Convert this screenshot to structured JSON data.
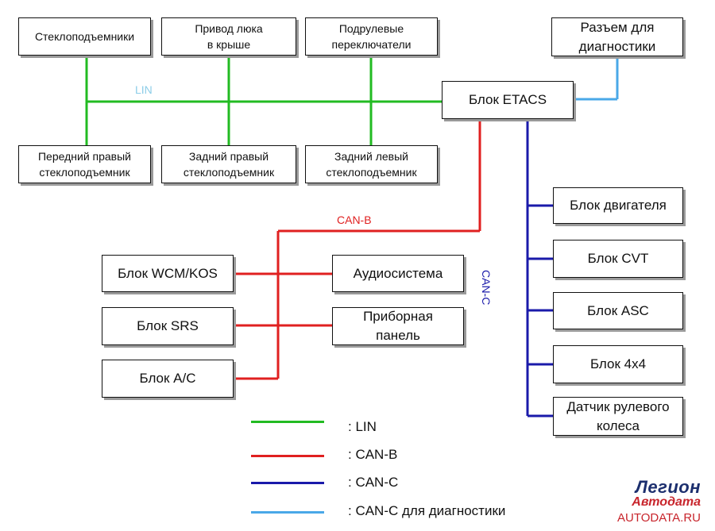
{
  "colors": {
    "lin": "#22bb22",
    "can_b": "#e02020",
    "can_c": "#1a1aaa",
    "can_c_diag": "#4aa8e8"
  },
  "bus_labels": {
    "lin": "LIN",
    "can_b": "CAN-B",
    "can_c": "CAN-C"
  },
  "nodes": {
    "windows": "Стеклоподъемники",
    "sunroof": "Привод люка\nв крыше",
    "column_switches": "Подрулевые\nпереключатели",
    "diag_connector": "Разъем для\nдиагностики",
    "etacs": "Блок ETACS",
    "front_right_window": "Передний правый\nстеклоподъемник",
    "rear_right_window": "Задний правый\nстеклоподъемник",
    "rear_left_window": "Задний левый\nстеклоподъемник",
    "engine": "Блок двигателя",
    "cvt": "Блок CVT",
    "asc": "Блок ASC",
    "awd": "Блок 4x4",
    "steering_sensor": "Датчик рулевого\nколеса",
    "wcm_kos": "Блок WCM/KOS",
    "audio": "Аудиосистема",
    "srs": "Блок SRS",
    "instrument_panel": "Приборная\nпанель",
    "ac": "Блок А/С"
  },
  "legend": [
    {
      "label": ": LIN",
      "color": "#22bb22"
    },
    {
      "label": ": CAN-B",
      "color": "#e02020"
    },
    {
      "label": ": CAN-C",
      "color": "#1a1aaa"
    },
    {
      "label": ": CAN-C для диагностики",
      "color": "#4aa8e8"
    }
  ],
  "watermark": {
    "line1": "Легион",
    "line2": "Автодата",
    "line3": "AUTODATA.RU"
  }
}
